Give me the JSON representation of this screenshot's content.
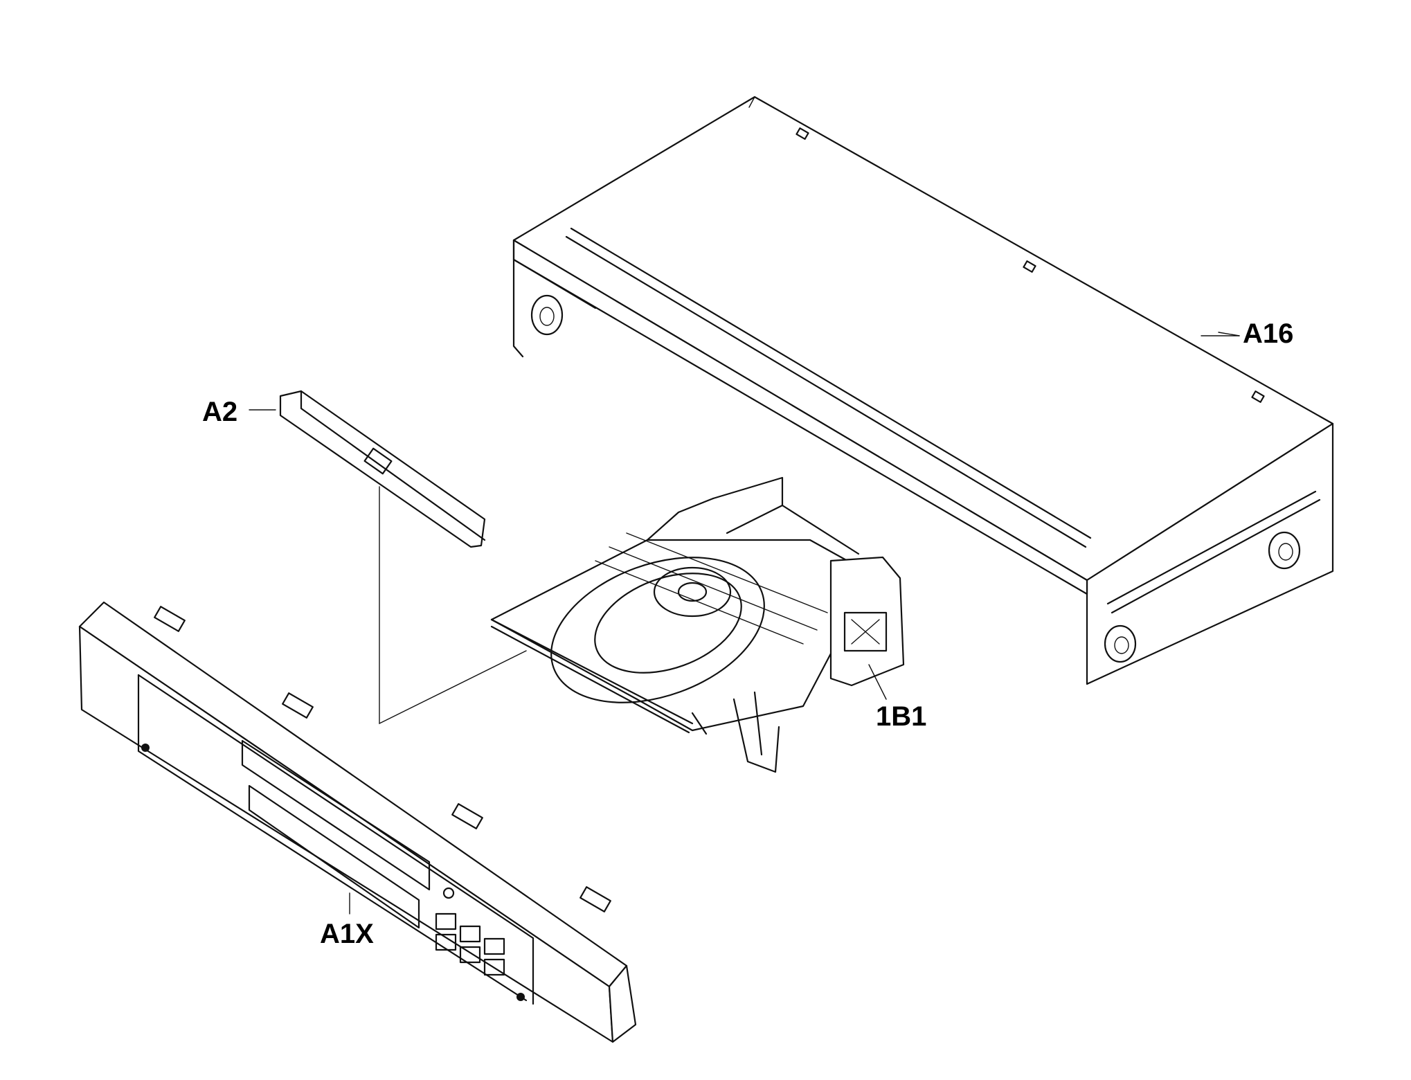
{
  "labels": {
    "cover": "A16",
    "door": "A2",
    "mechanism": "1B1",
    "front_panel": "A1X"
  },
  "line_color": "#111111",
  "background": "#ffffff"
}
